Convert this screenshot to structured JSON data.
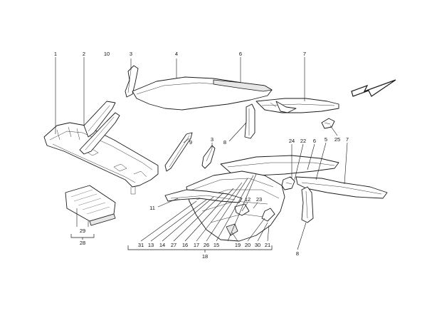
{
  "callouts": {
    "c1": "1",
    "c2": "2",
    "c10": "10",
    "c3a": "3",
    "c4": "4",
    "c6a": "6",
    "c7a": "7",
    "c9": "9",
    "c8a": "8",
    "c3b": "3",
    "c8b": "8",
    "c24": "24",
    "c22": "22",
    "c6b": "6",
    "c5": "5",
    "c7b": "7",
    "c25": "25",
    "c11": "11",
    "c12": "12",
    "c23": "23",
    "c31": "31",
    "c13": "13",
    "c14": "14",
    "c27": "27",
    "c16": "16",
    "c17": "17",
    "c26": "26",
    "c15": "15",
    "c19": "19",
    "c20": "20",
    "c30": "30",
    "c21": "21",
    "c18": "18",
    "c8c": "8",
    "c29": "29",
    "c28": "28"
  },
  "icons": {
    "direction": "direction-arrow-icon"
  }
}
